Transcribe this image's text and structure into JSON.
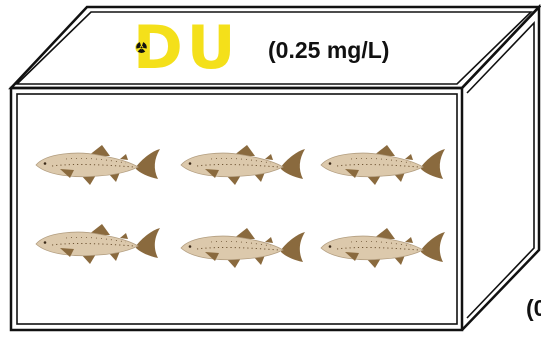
{
  "tank": {
    "contaminant_label": "DU",
    "concentration_label": "(0.25 mg/L)",
    "partial_edge_label": "(0",
    "fish_count": 6
  },
  "colors": {
    "outline": "#111111",
    "du_yellow": "#f4e01a",
    "fish_body": "#dcc9ac",
    "fish_fin": "#8a6a3e",
    "fish_dots": "#6e5434"
  },
  "icons": {
    "radiation": "radiation-trefoil-icon",
    "fish": "fish-icon"
  }
}
